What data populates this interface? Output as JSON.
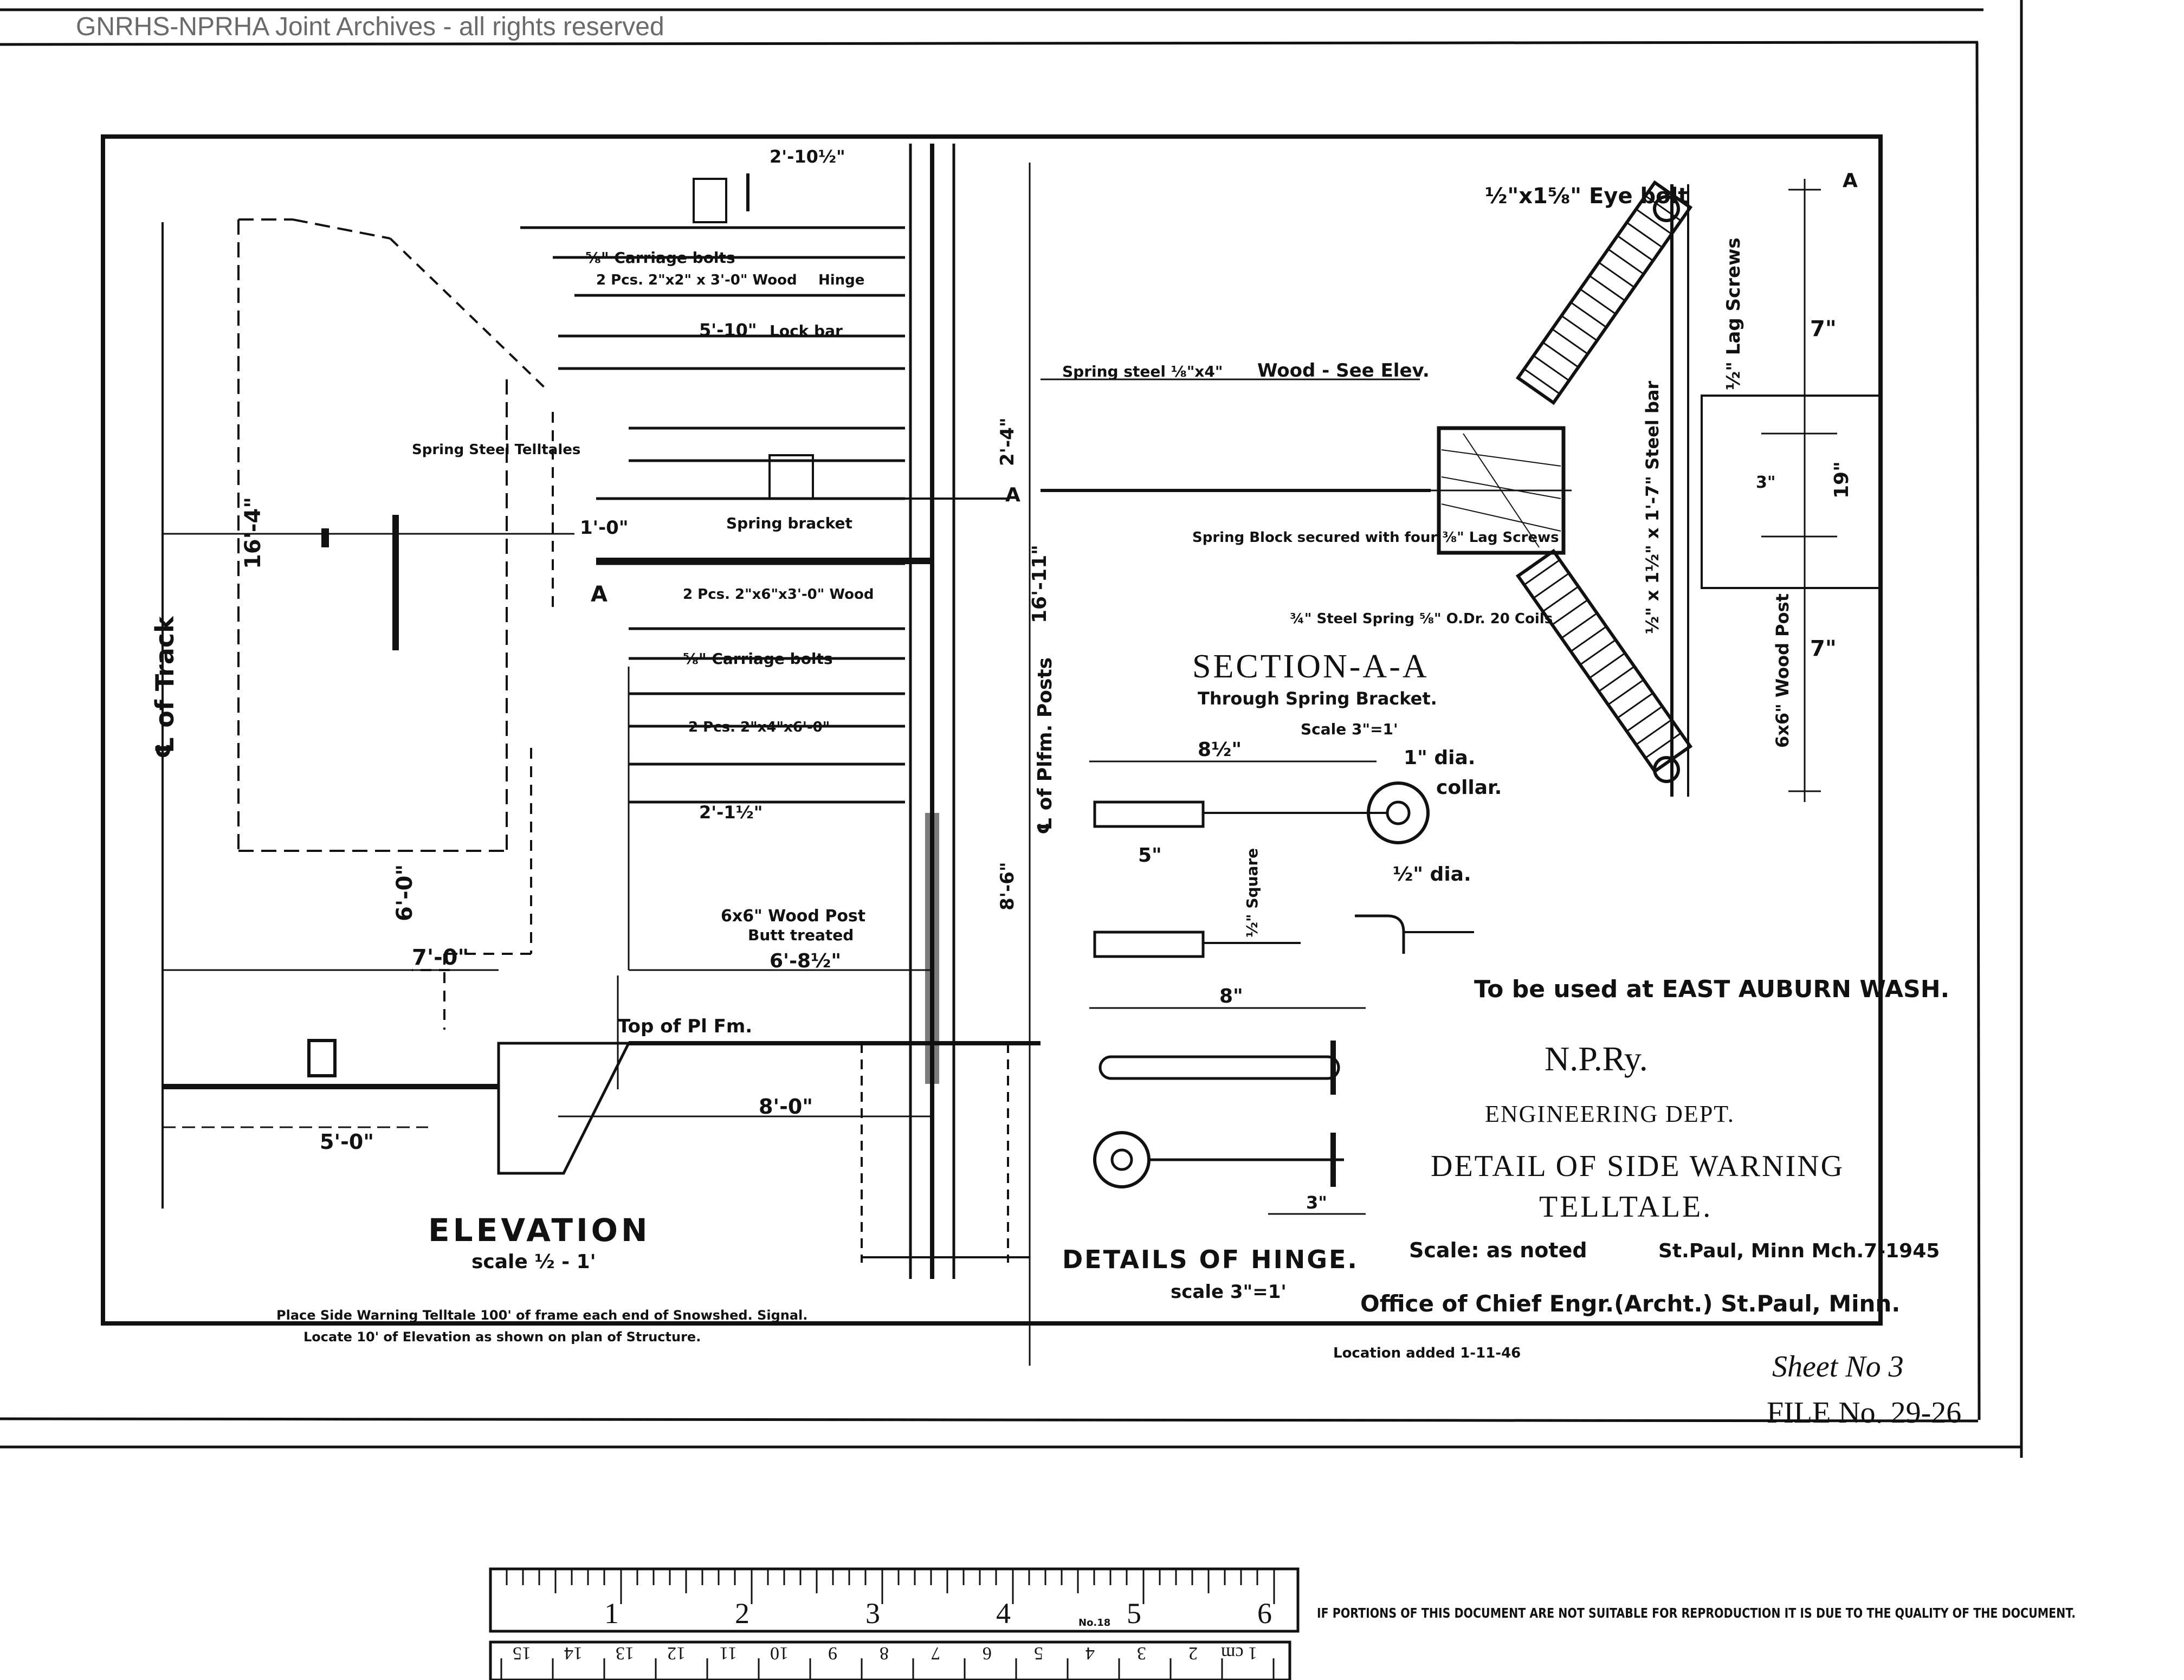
{
  "watermark": "GNRHS-NPRHA Joint Archives - all rights reserved",
  "elevation": {
    "title": "ELEVATION",
    "scale": "scale ½ - 1'",
    "track_label": "℄ of Track",
    "platform_label": "℄ of Plfm. Posts",
    "top_platform": "Top of Pl Fm.",
    "dims": {
      "d_16_4": "16'-4\"",
      "d_6_0": "6'-0\"",
      "d_7_0": "7'-0\"",
      "d_5_0": "5'-0\"",
      "d_8_0": "8'-0\"",
      "d_6_8": "6'-8½\"",
      "d_1_0": "1'-0\"",
      "d_2_10": "2'-10½\"",
      "d_5_10": "5'-10\"",
      "d_2_1": "2'-1½\"",
      "d_16_11": "16'-11\"",
      "d_8_6": "8'-6\"",
      "d_2_4": "2'-4\""
    },
    "notes": {
      "carriage_bolts": "⅝\" Carriage bolts",
      "wood_2pcs": "2 Pcs. 2\"x2\" x 3'-0\" Wood",
      "hinge": "Hinge",
      "lock_bar": "Lock bar",
      "sheet_steel": "Spring Steel Telltales",
      "spring_bracket": "Spring bracket",
      "wood_pcs": "2 Pcs. 2\"x6\"x3'-0\" Wood",
      "carriage_bolts_2": "⅝\" Carriage bolts",
      "spr_2x4": "2 Pcs. 2\"x4\"x6'-0\"",
      "wood_post": "6x6\" Wood Post",
      "butt_treated": "Butt treated",
      "note_line_1": "Place Side Warning Telltale 100' of frame each end of Snowshed. Signal.",
      "note_line_2": "Locate 10' of Elevation as shown on plan of Structure."
    }
  },
  "section": {
    "title": "SECTION-A-A",
    "subtitle": "Through Spring Bracket.",
    "scale": "Scale 3\"=1'",
    "eye_bolt": "½\"x1⅝\" Eye bolt",
    "lag_screws": "½\" Lag Screws",
    "steel_bar": "½\" x 1½\" x 1'-7\" Steel bar",
    "wood_post": "6x6\" Wood Post",
    "spring_steel": "Spring steel ⅛\"x4\"",
    "wood_see_elev": "Wood - See Elev.",
    "spring_block": "Spring Block secured with four ⅜\" Lag Screws",
    "steel_spring": "¾\" Steel Spring ⅝\" O.Dr. 20 Coils",
    "dim_7a": "7\"",
    "dim_7b": "7\"",
    "dim_19": "19\"",
    "dim_3": "3\"",
    "mark_a": "A"
  },
  "hinge": {
    "title": "DETAILS OF HINGE.",
    "scale": "scale 3\"=1'",
    "dim_8a": "8½\"",
    "dim_8b": "8\"",
    "dim_5": "5\"",
    "dim_3": "3\"",
    "one_dia": "1\" dia.",
    "collar": "collar.",
    "half_dia": "½\" dia.",
    "square": "½\" Square"
  },
  "title_block": {
    "use_note": "To be used at EAST AUBURN WASH.",
    "railway": "N.P.Ry.",
    "dept": "ENGINEERING DEPT.",
    "title_line1": "DETAIL OF SIDE WARNING",
    "title_line2": "TELLTALE.",
    "scale": "Scale: as noted",
    "place_date": "St.Paul, Minn Mch.7-1945",
    "office": "Office of Chief Engr.(Archt.) St.Paul, Minn.",
    "location_note": "Location added 1-11-46",
    "sheet": "Sheet No 3",
    "file": "FILE No. 29-26"
  },
  "ruler": {
    "inch_labels": [
      "1",
      "2",
      "3",
      "4",
      "5",
      "6"
    ],
    "cm_labels": [
      "1 cm",
      "2",
      "3",
      "4",
      "5",
      "6",
      "7",
      "8",
      "9",
      "10",
      "11",
      "12",
      "13",
      "14",
      "15"
    ],
    "brand": "No.18"
  },
  "legibility_note": "IF PORTIONS OF THIS DOCUMENT ARE NOT SUITABLE FOR REPRODUCTION IT IS DUE TO THE QUALITY OF THE DOCUMENT."
}
